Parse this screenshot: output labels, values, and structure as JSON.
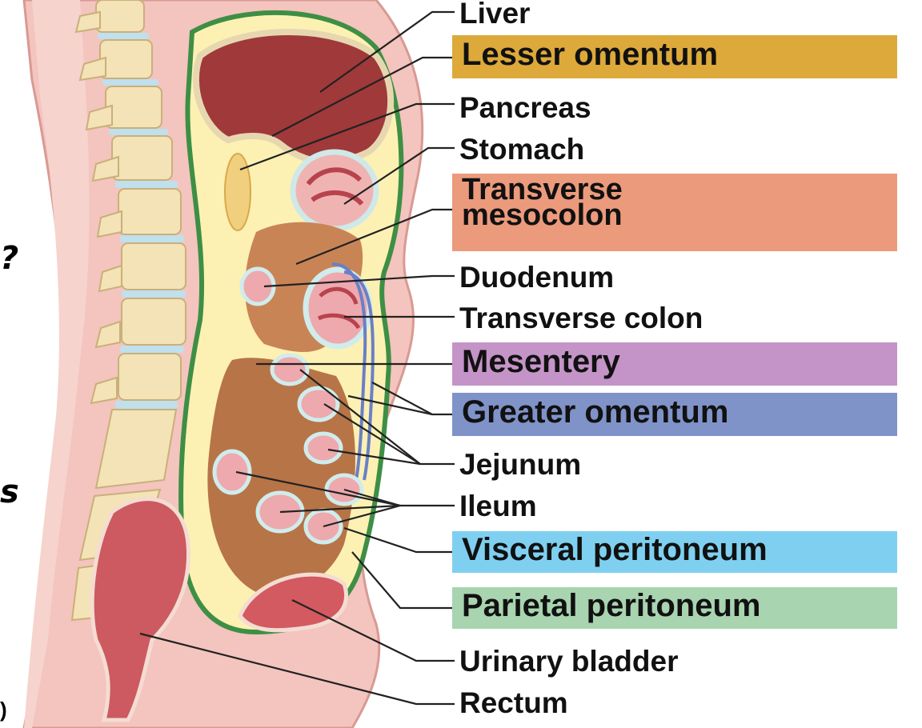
{
  "labels": {
    "liver": "Liver",
    "lesser_omentum": "Lesser omentum",
    "pancreas": "Pancreas",
    "stomach": "Stomach",
    "transverse_mesocolon_line1": "Transverse",
    "transverse_mesocolon_line2": "mesocolon",
    "duodenum": "Duodenum",
    "transverse_colon": "Transverse colon",
    "mesentery": "Mesentery",
    "greater_omentum": "Greater omentum",
    "jejunum": "Jejunum",
    "ileum": "Ileum",
    "visceral_peritoneum": "Visceral peritoneum",
    "parietal_peritoneum": "Parietal peritoneum",
    "urinary_bladder": "Urinary bladder",
    "rectum": "Rectum"
  },
  "fragments": {
    "question_mark": "?",
    "letter_s": "s",
    "part_paren": ")"
  },
  "colors": {
    "lesser_omentum": "#dca93a",
    "transverse_mesocolon": "#ec9a7c",
    "mesentery": "#c494c8",
    "greater_omentum": "#7f93c9",
    "visceral_peritoneum": "#7fd0f0",
    "parietal_peritoneum": "#a8d4b0"
  }
}
